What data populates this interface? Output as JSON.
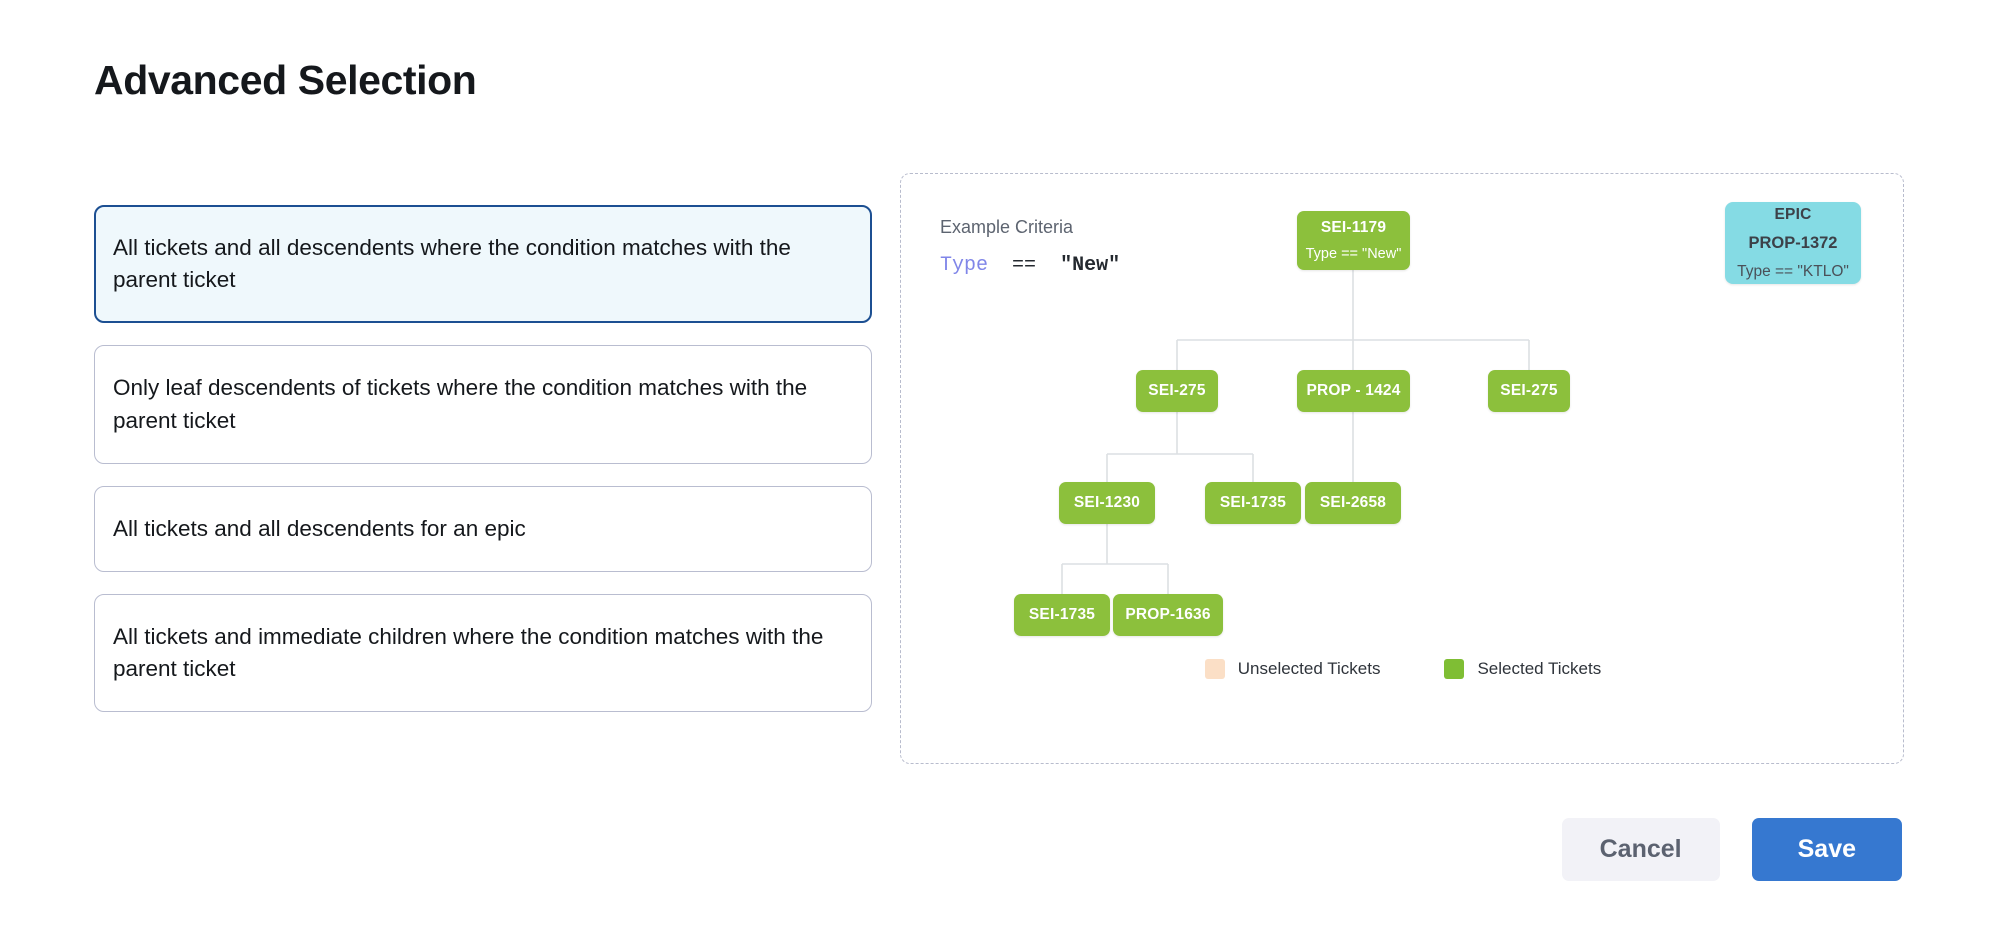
{
  "page": {
    "title": "Advanced Selection"
  },
  "options": [
    {
      "label": "All tickets and all descendents where the condition matches with the parent ticket",
      "selected": true
    },
    {
      "label": "Only leaf descendents of tickets where the condition matches with the parent ticket",
      "selected": false
    },
    {
      "label": "All tickets and all descendents for an epic",
      "selected": false
    },
    {
      "label": "All tickets and immediate children where the condition matches with the parent ticket",
      "selected": false
    }
  ],
  "diagram": {
    "criteria_label": "Example Criteria",
    "criteria_field": "Type",
    "criteria_operator": "==",
    "criteria_value": "\"New\"",
    "nodes": {
      "root": {
        "id": "SEI-1179",
        "condition": "Type == \"New\""
      },
      "epic": {
        "kind": "EPIC",
        "id": "PROP-1372",
        "condition": "Type == \"KTLO\""
      },
      "r2c1": {
        "id": "SEI-275"
      },
      "r2c2": {
        "id": "PROP - 1424"
      },
      "r2c3": {
        "id": "SEI-275"
      },
      "r3c1": {
        "id": "SEI-1230"
      },
      "r3c2": {
        "id": "SEI-1735"
      },
      "r3c3": {
        "id": "SEI-2658"
      },
      "r4c1": {
        "id": "SEI-1735"
      },
      "r4c2": {
        "id": "PROP-1636"
      }
    },
    "legend": [
      {
        "label": "Unselected Tickets",
        "color": "#fbdfc6"
      },
      {
        "label": "Selected Tickets",
        "color": "#7fbe34"
      }
    ]
  },
  "footer": {
    "cancel_label": "Cancel",
    "save_label": "Save"
  },
  "colors": {
    "selected_node": "#8cc03c",
    "epic_node": "#85dbe4",
    "save_button": "#3678d0",
    "selected_card_border": "#1c4f92",
    "selected_card_bg": "#eff8fc"
  }
}
